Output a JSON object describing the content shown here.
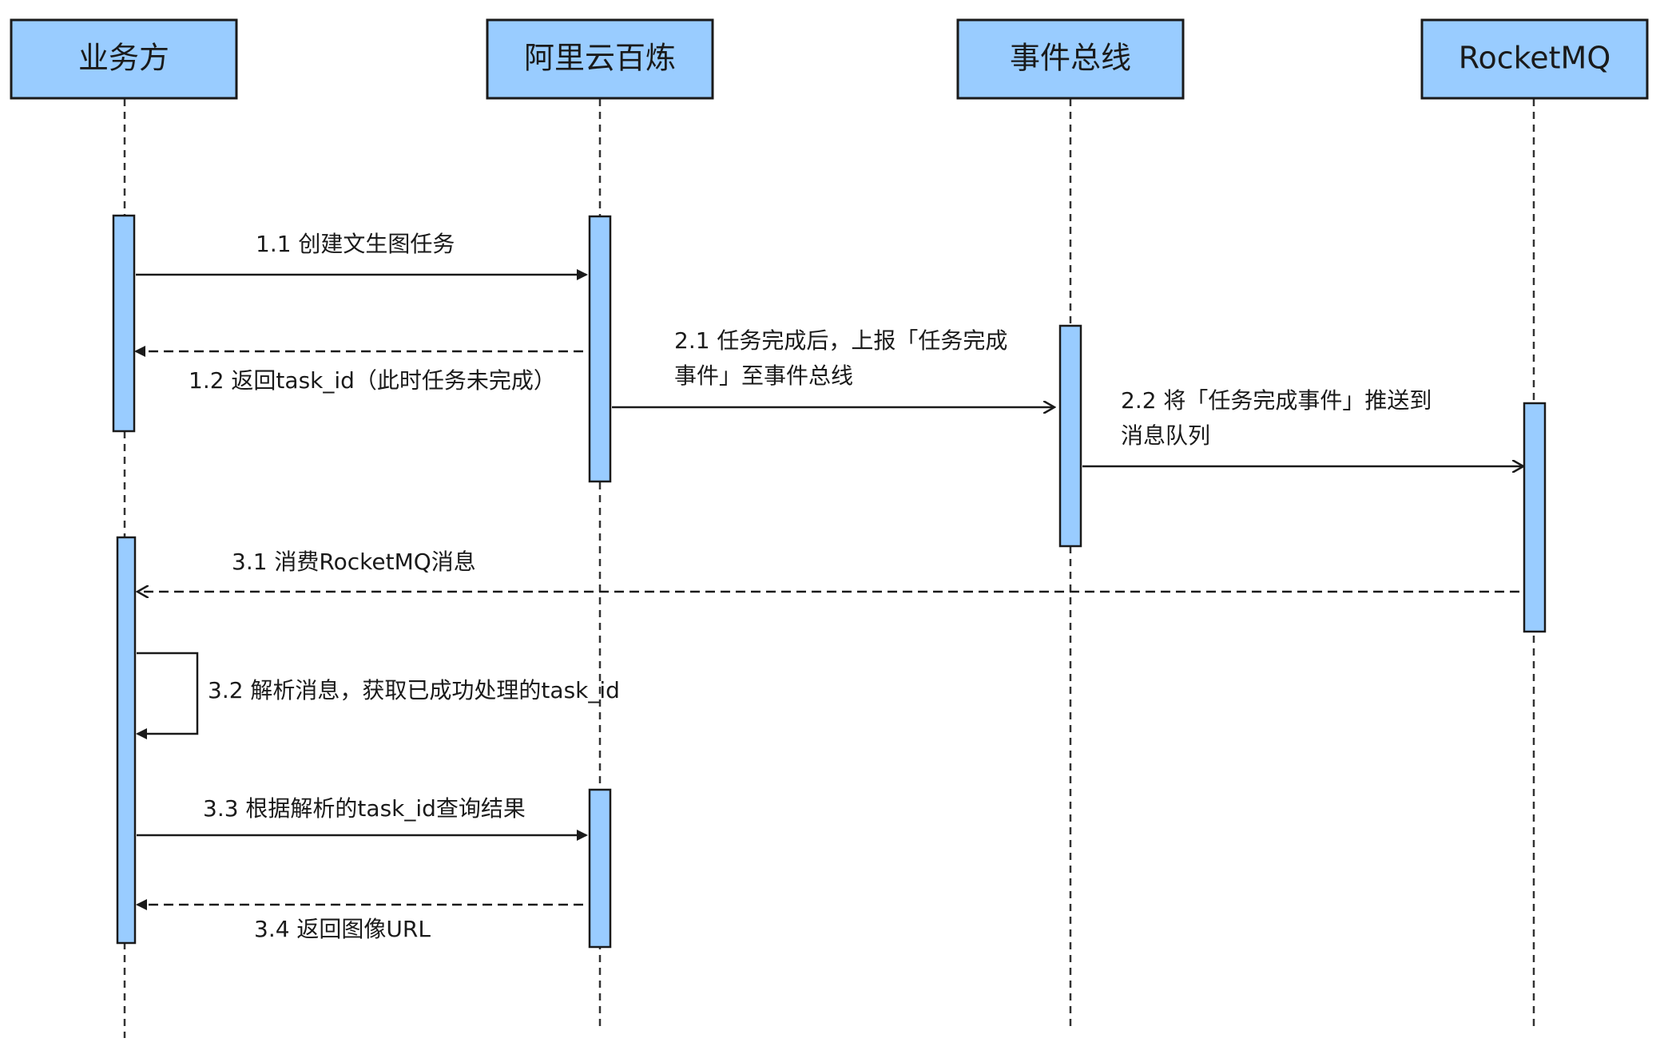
{
  "actors": [
    {
      "id": "business",
      "label": "业务方"
    },
    {
      "id": "bailian",
      "label": "阿里云百炼"
    },
    {
      "id": "eventbus",
      "label": "事件总线"
    },
    {
      "id": "rocketmq",
      "label": "RocketMQ"
    }
  ],
  "messages": [
    {
      "id": "m1_1",
      "label_lines": [
        "1.1 创建文生图任务"
      ],
      "style": "solid"
    },
    {
      "id": "m1_2",
      "label_lines": [
        "1.2 返回task_id（此时任务未完成）"
      ],
      "style": "dashed"
    },
    {
      "id": "m2_1",
      "label_lines": [
        "2.1 任务完成后，上报「任务完成",
        "事件」至事件总线"
      ],
      "style": "solid"
    },
    {
      "id": "m2_2",
      "label_lines": [
        "2.2 将「任务完成事件」推送到",
        "消息队列"
      ],
      "style": "solid"
    },
    {
      "id": "m3_1",
      "label_lines": [
        "3.1 消费RocketMQ消息"
      ],
      "style": "dashed"
    },
    {
      "id": "m3_2",
      "label_lines": [
        "3.2 解析消息，获取已成功处理的task_id"
      ],
      "style": "self"
    },
    {
      "id": "m3_3",
      "label_lines": [
        "3.3 根据解析的task_id查询结果"
      ],
      "style": "solid"
    },
    {
      "id": "m3_4",
      "label_lines": [
        "3.4 返回图像URL"
      ],
      "style": "dashed"
    }
  ],
  "colors": {
    "actor_fill": "#99ccff",
    "activation_fill": "#99ccff",
    "line": "#1a1a1a"
  }
}
